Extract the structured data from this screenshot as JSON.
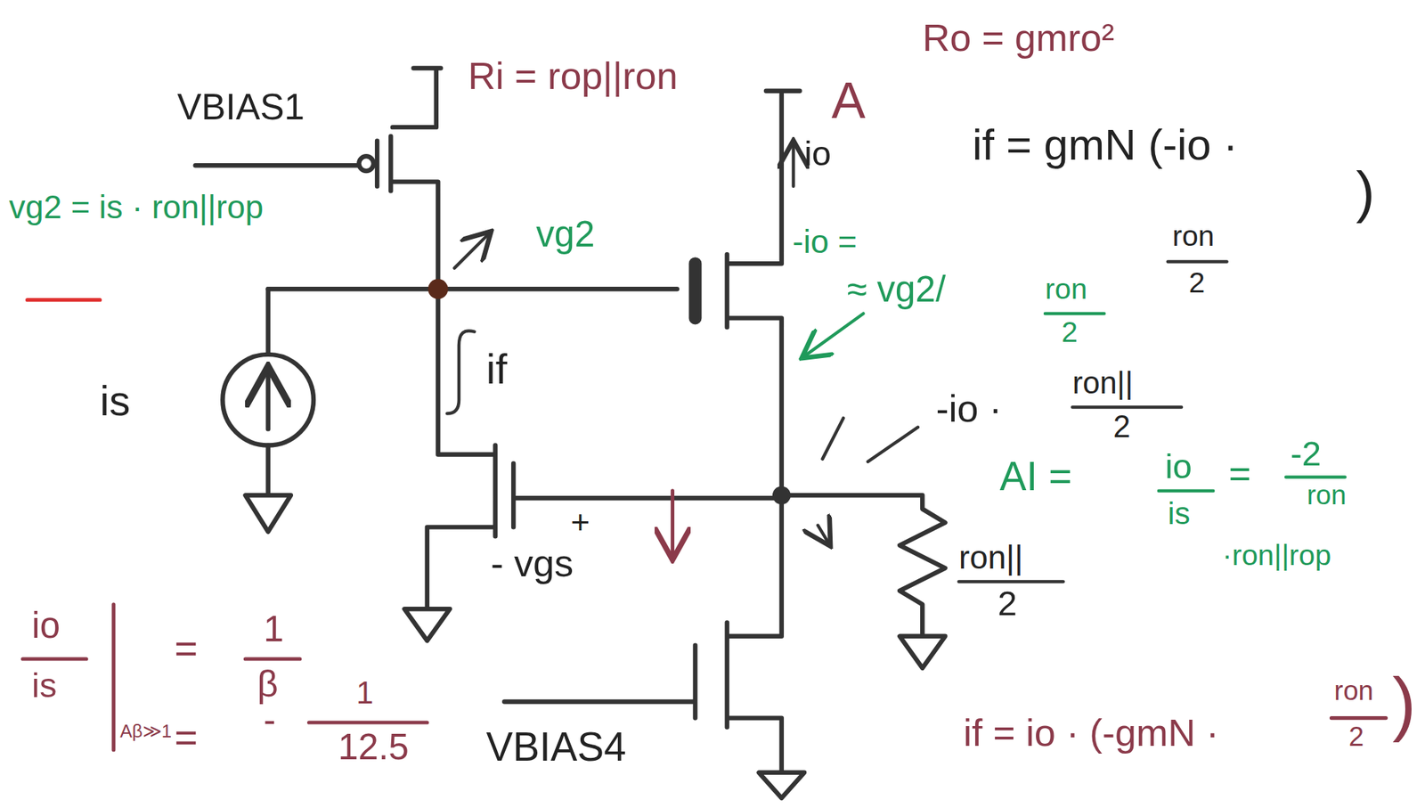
{
  "diagram": {
    "labels": [
      "VBIAS1",
      "Ri = rop||ron",
      "A",
      "Ro = gmro²",
      "if = gmN (-io ·",
      "ron",
      "2",
      ")",
      "vg2 = is · ron||rop",
      "vg2",
      "io",
      "-io =",
      "≈ vg2/",
      "ron",
      "2",
      "is",
      "if",
      "-io ·",
      "ron||",
      "2",
      "AI =",
      "io",
      "is",
      "=",
      "-2",
      "ron",
      "·ron||rop",
      "ron||",
      "2",
      "+",
      "- vgs",
      "io",
      "is",
      "Aβ≫1",
      "=",
      "1",
      "β",
      "=",
      "-",
      "1",
      "12.5",
      "VBIAS4",
      "if = io · (-gmN ·",
      "ron",
      "2",
      ")"
    ]
  }
}
